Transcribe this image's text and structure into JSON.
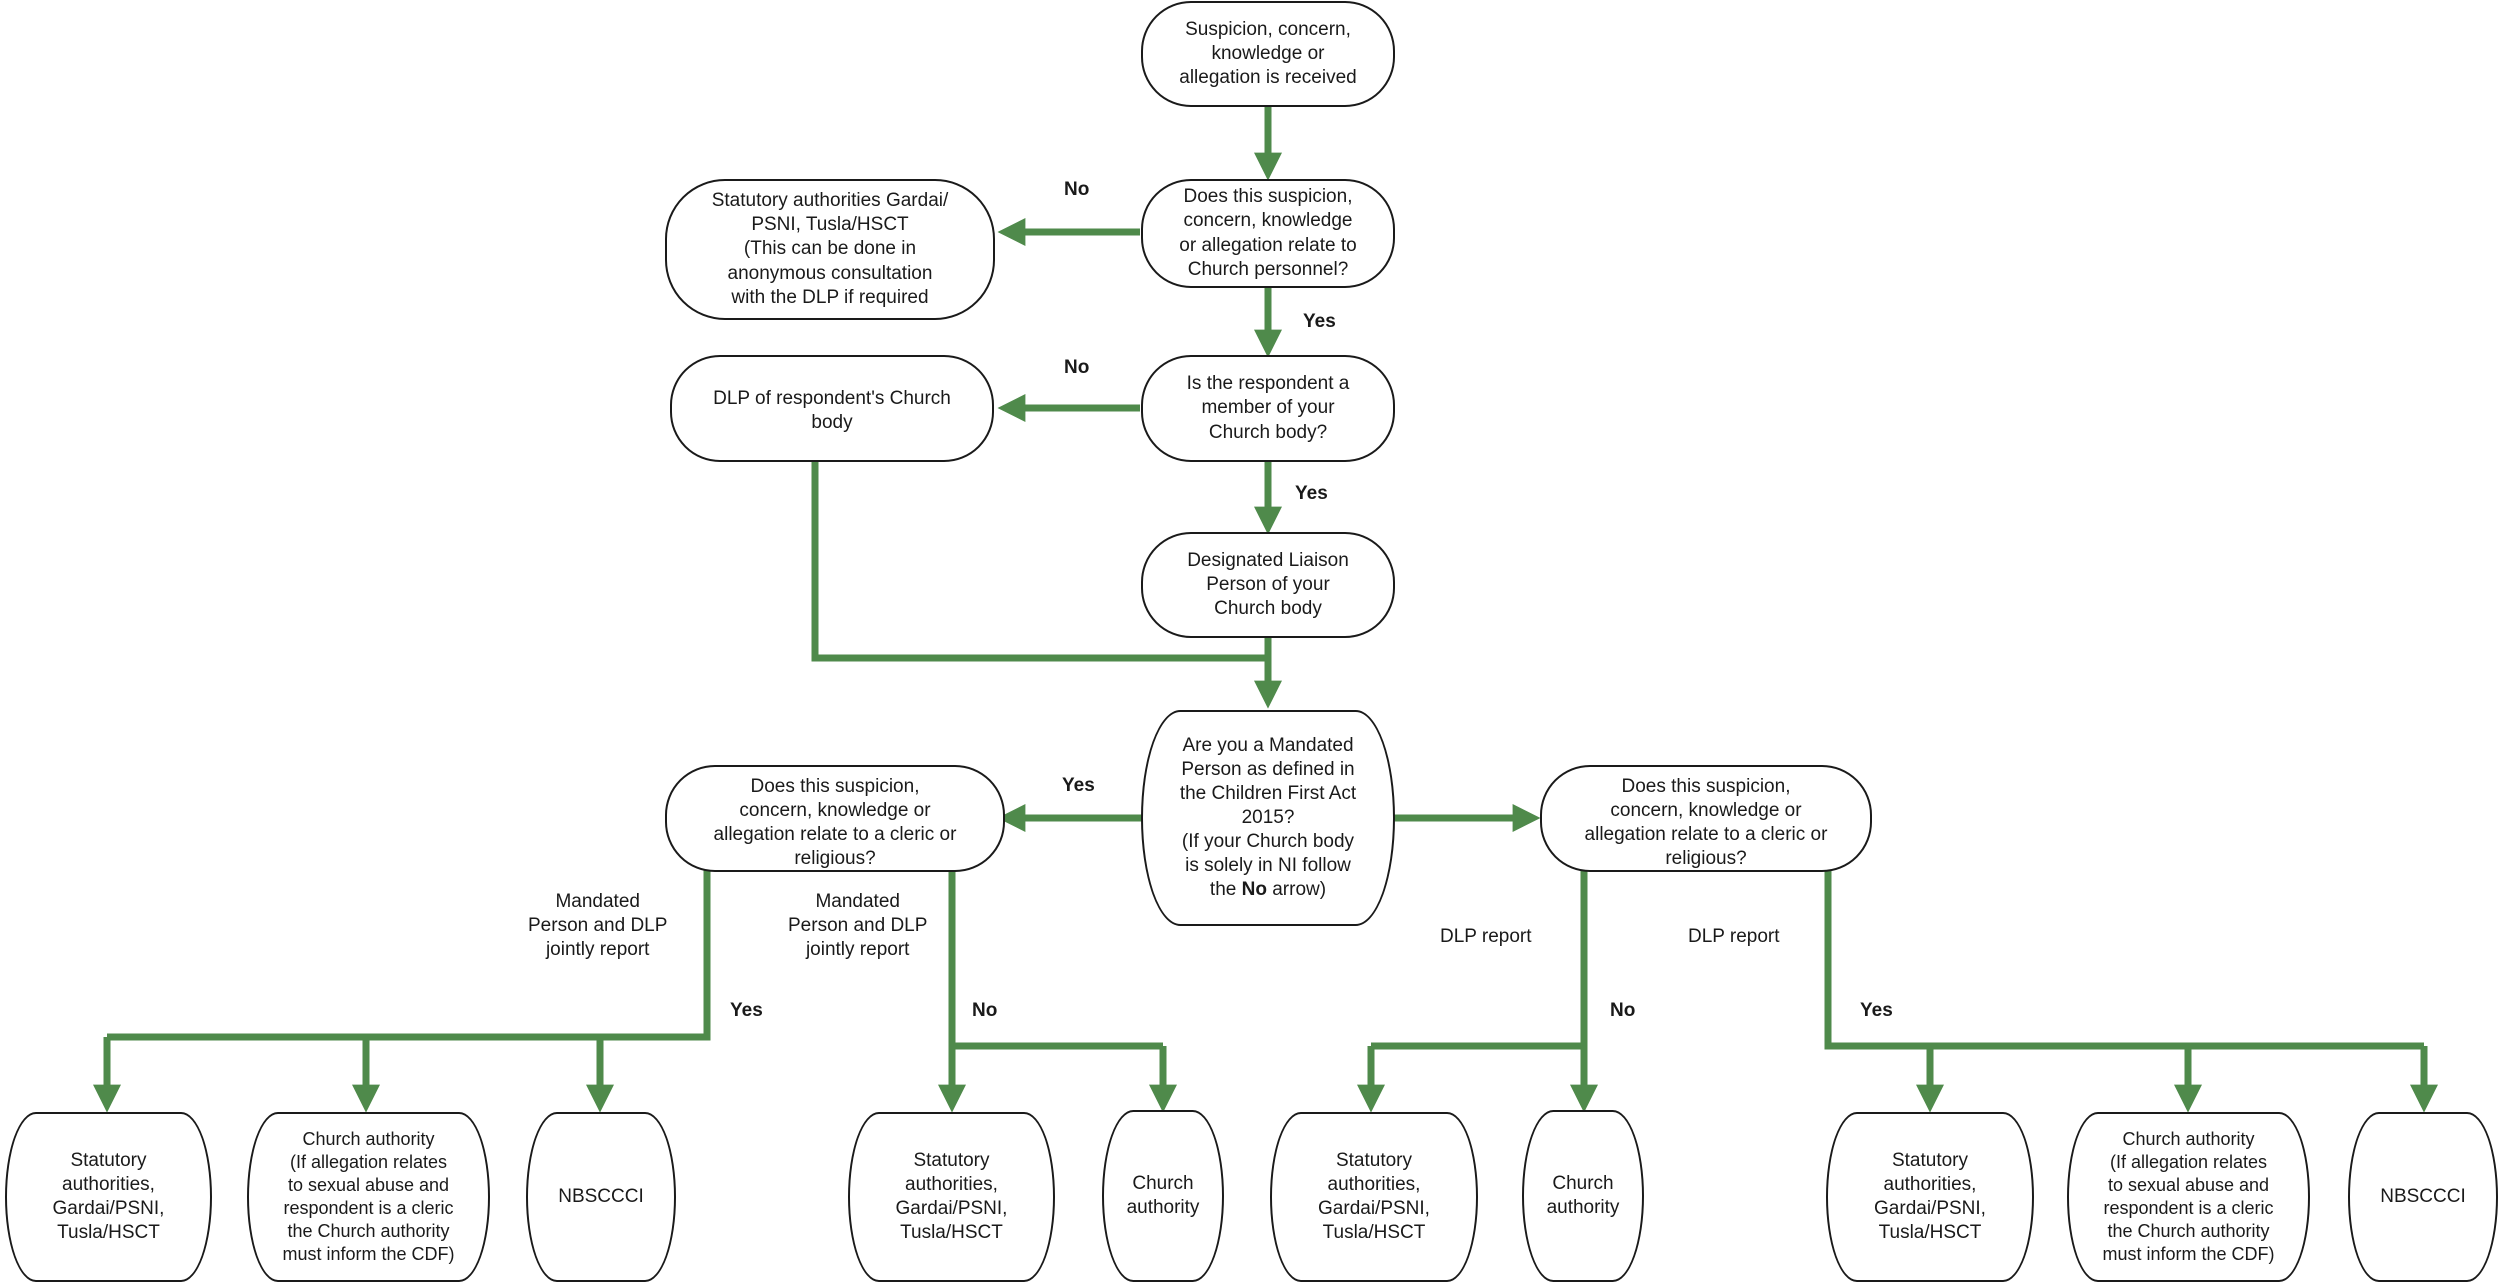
{
  "colors": {
    "connector": "#4f8a4b",
    "border": "#1a1a1a",
    "text": "#1a1a1a"
  },
  "nodes": {
    "start": "Suspicion, concern,\nknowledge or\nallegation is received",
    "q_personnel": "Does this suspicion,\nconcern, knowledge\nor allegation relate to\nChurch personnel?",
    "statutory_top": "Statutory authorities Gardai/\nPSNI, Tusla/HSCT\n(This can be done in\nanonymous consultation\nwith the DLP if required",
    "q_member": "Is the respondent a\nmember of your\nChurch body?",
    "dlp_respondent": "DLP of respondent's Church\nbody",
    "dlp_yours": "Designated Liaison\nPerson of your\nChurch body",
    "q_mandated_pre": "Are you a Mandated\nPerson as defined in\nthe Children First Act\n2015?\n(If your Church body\nis solely in NI follow\nthe ",
    "q_mandated_bold": "No",
    "q_mandated_post": " arrow)",
    "q_cleric_left": "Does this suspicion,\nconcern, knowledge or\nallegation relate to a cleric or\nreligious?",
    "q_cleric_right": "Does this suspicion,\nconcern, knowledge or\nallegation relate to a cleric or\nreligious?",
    "b1_statutory": "Statutory\nauthorities,\nGardai/PSNI,\nTusla/HSCT",
    "b2_church_cdf": "Church authority\n(If allegation relates\nto sexual abuse and\nrespondent is a cleric\nthe Church authority\nmust inform the CDF)",
    "b3_nbsccci": "NBSCCCI",
    "b4_statutory": "Statutory\nauthorities,\nGardai/PSNI,\nTusla/HSCT",
    "b5_church": "Church\nauthority",
    "b6_statutory": "Statutory\nauthorities,\nGardai/PSNI,\nTusla/HSCT",
    "b7_church": "Church\nauthority",
    "b8_statutory": "Statutory\nauthorities,\nGardai/PSNI,\nTusla/HSCT",
    "b9_church_cdf": "Church authority\n(If allegation relates\nto sexual abuse and\nrespondent is a cleric\nthe Church authority\nmust inform the CDF)",
    "b10_nbsccci": "NBSCCCI"
  },
  "labels": {
    "no_personnel": "No",
    "yes_personnel": "Yes",
    "no_member": "No",
    "yes_member": "Yes",
    "yes_mandated": "Yes",
    "mandated_jointly_left": "Mandated\nPerson and DLP\njointly report",
    "mandated_jointly_right": "Mandated\nPerson and DLP\njointly report",
    "yes_cleric_left": "Yes",
    "no_cleric_left": "No",
    "dlp_report_left": "DLP report",
    "dlp_report_right": "DLP report",
    "no_cleric_right": "No",
    "yes_cleric_right": "Yes"
  }
}
